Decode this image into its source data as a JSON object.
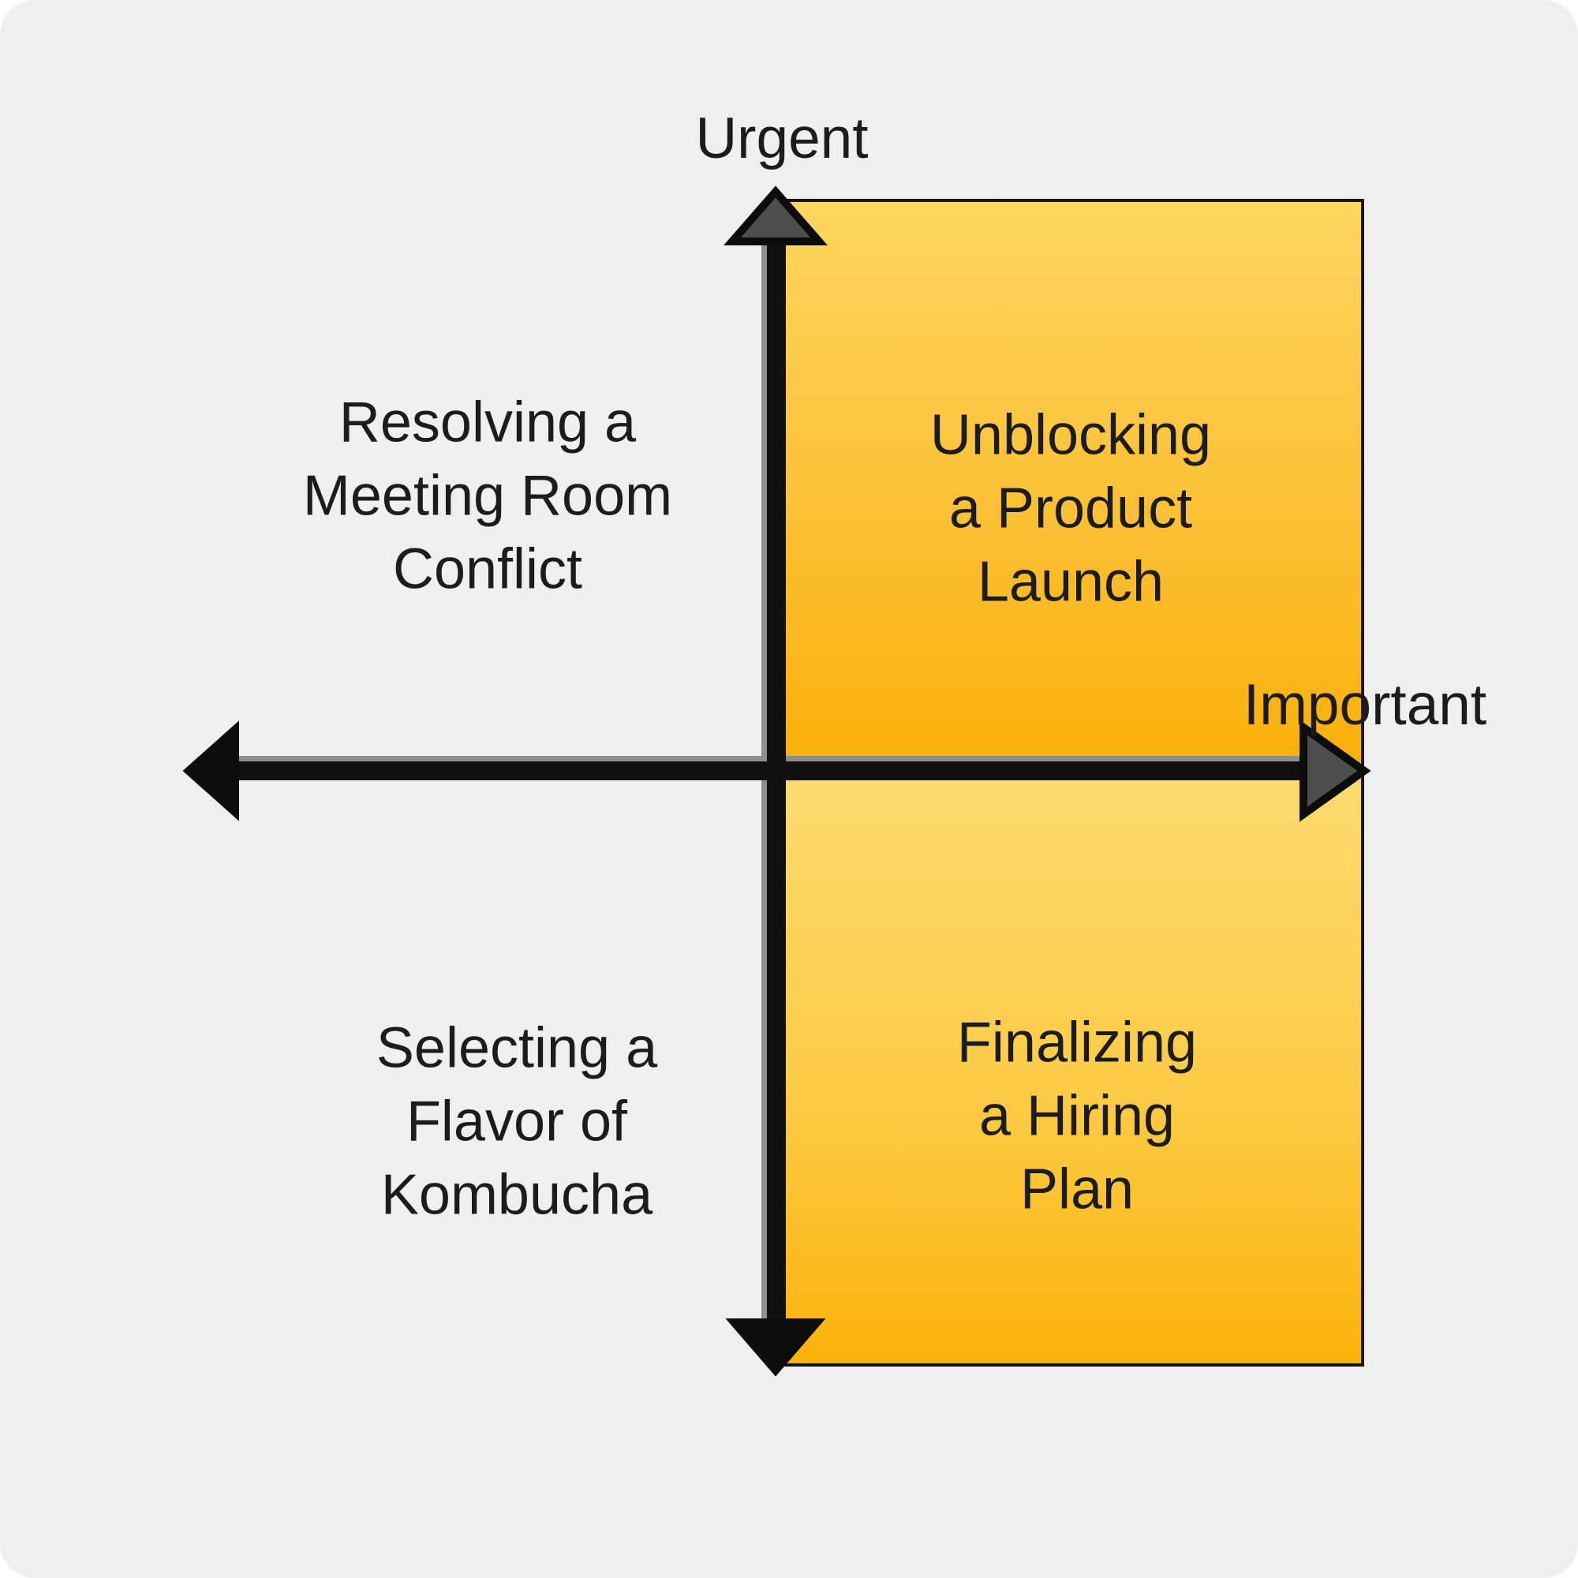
{
  "diagram": {
    "type": "priority-matrix",
    "axes": {
      "vertical_label": "Urgent",
      "horizontal_label": "Important"
    },
    "quadrants": [
      {
        "position": "top-left",
        "highlighted": false,
        "lines": [
          "Resolving a",
          "Meeting Room",
          "Conflict"
        ]
      },
      {
        "position": "top-right",
        "highlighted": true,
        "lines": [
          "Unblocking",
          "a Product",
          "Launch"
        ]
      },
      {
        "position": "bottom-left",
        "highlighted": false,
        "lines": [
          "Selecting a",
          "Flavor of",
          "Kombucha"
        ]
      },
      {
        "position": "bottom-right",
        "highlighted": true,
        "lines": [
          "Finalizing",
          "a Hiring",
          "Plan"
        ]
      }
    ],
    "colors": {
      "background": "#efefef",
      "axis_line": "#111111",
      "text": "#1c1c1c",
      "highlight_gradient_top": "#fdd65f",
      "highlight_gradient_bottom": "#fbb00a",
      "arrowhead_gray": "#4e4e4e",
      "arrowhead_black": "#0d0d0d",
      "box_border": "#161616"
    }
  }
}
